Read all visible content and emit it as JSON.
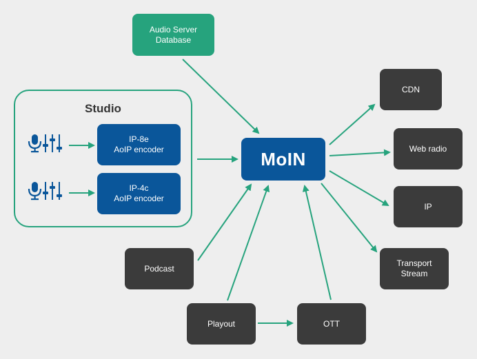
{
  "nodes": {
    "audio_server": "Audio Server\nDatabase",
    "studio_title": "Studio",
    "encoder_1": "IP-8e\nAoIP encoder",
    "encoder_2": "IP-4c\nAoIP encoder",
    "moin": "MoIN",
    "podcast": "Podcast",
    "playout": "Playout",
    "ott": "OTT",
    "cdn": "CDN",
    "web_radio": "Web radio",
    "ip": "IP",
    "transport_stream": "Transport\nStream"
  },
  "colors": {
    "background": "#eeeeee",
    "dark_box": "#3b3b3b",
    "green_box": "#26a37d",
    "blue_box": "#0a569a",
    "arrow": "#26a37d",
    "icon": "#0a569a"
  },
  "icons": [
    "microphone-icon",
    "mixer-faders-icon"
  ]
}
